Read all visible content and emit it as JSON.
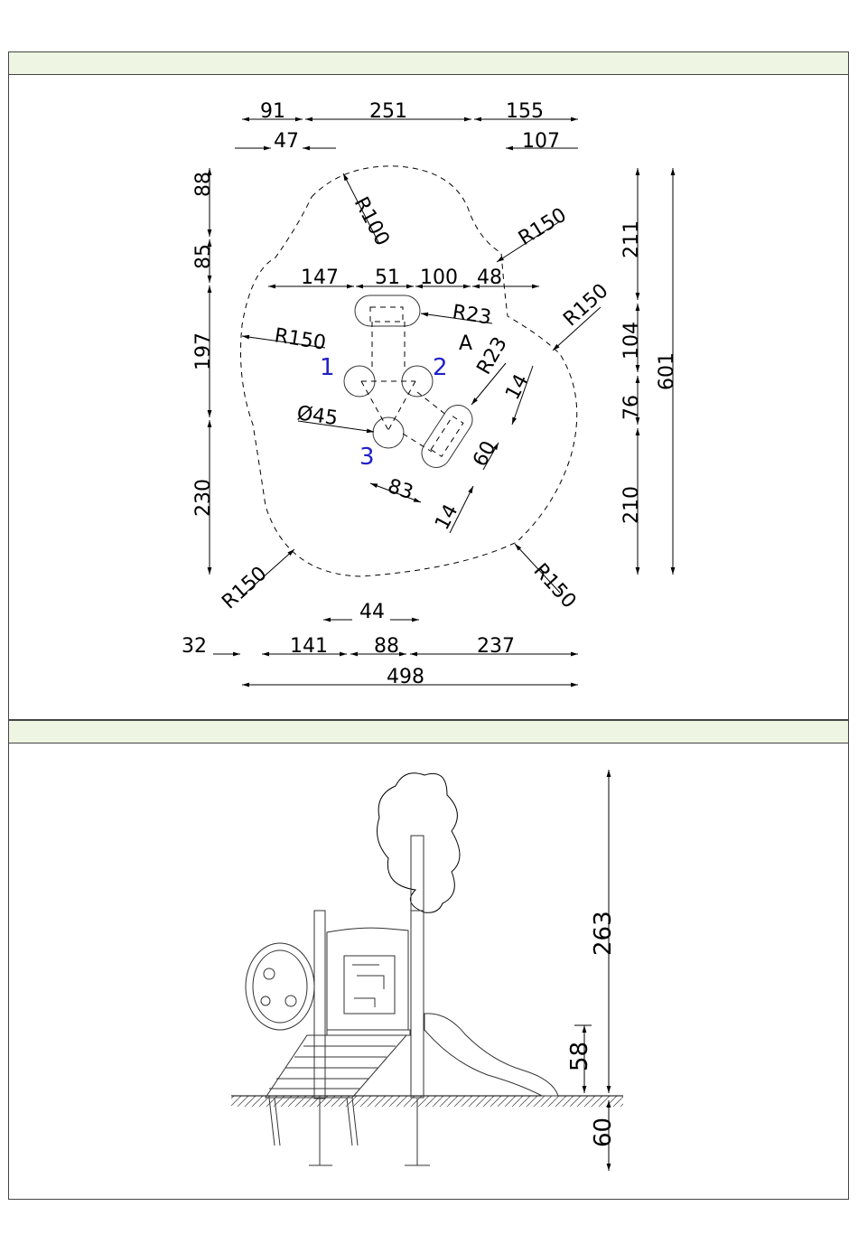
{
  "plan": {
    "top_dims": [
      "91",
      "251",
      "155",
      "47",
      "107"
    ],
    "bottom_dims": [
      "44",
      "32",
      "141",
      "88",
      "237",
      "498"
    ],
    "left_dims": [
      "88",
      "85",
      "197",
      "230"
    ],
    "right_dims": [
      "211",
      "104",
      "76",
      "210",
      "601"
    ],
    "inner_dims": [
      "147",
      "51",
      "100",
      "48",
      "14",
      "60",
      "83",
      "14"
    ],
    "radii": [
      "R100",
      "R150",
      "R150",
      "R150",
      "R150",
      "R150",
      "R23",
      "R23"
    ],
    "diameter": "Ø45",
    "point_label": "A",
    "post_labels": [
      "1",
      "2",
      "3"
    ],
    "label_color": "#1f1fc8"
  },
  "elevation": {
    "dims": [
      "263",
      "58",
      "60"
    ]
  },
  "colors": {
    "panel_header": "#eef5e2",
    "border": "#444444"
  }
}
